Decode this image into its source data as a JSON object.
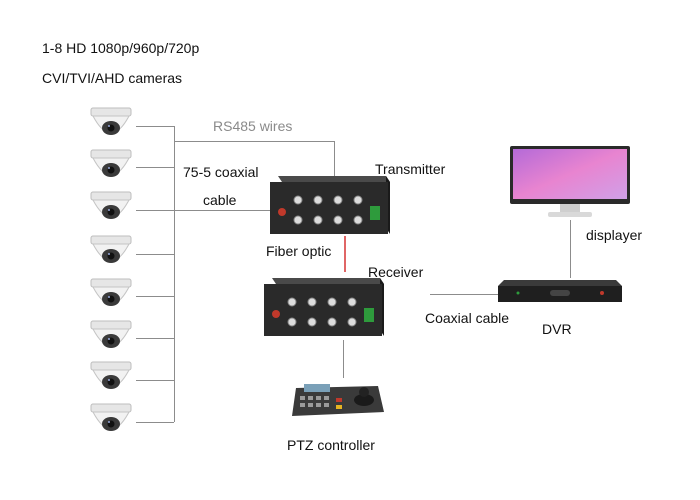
{
  "header": {
    "line1": "1-8 HD 1080p/960p/720p",
    "line2": "CVI/TVI/AHD cameras"
  },
  "labels": {
    "rs485": "RS485 wires",
    "coax_line1": "75-5 coaxial",
    "coax_line2": "cable",
    "transmitter": "Transmitter",
    "fiber": "Fiber optic",
    "receiver": "Receiver",
    "displayer": "displayer",
    "coaxial_cable": "Coaxial cable",
    "dvr": "DVR",
    "ptz": "PTZ controller"
  },
  "icons": {
    "camera": "dome-camera-icon",
    "transmitter": "transmitter-device-icon",
    "receiver": "receiver-device-icon",
    "monitor": "monitor-icon",
    "dvr": "dvr-device-icon",
    "ptz": "ptz-keyboard-icon"
  },
  "colors": {
    "wire": "#8c8c8c",
    "fiber": "#e06666",
    "device_body": "#2a2a2a",
    "screen": "#d86ad0"
  }
}
